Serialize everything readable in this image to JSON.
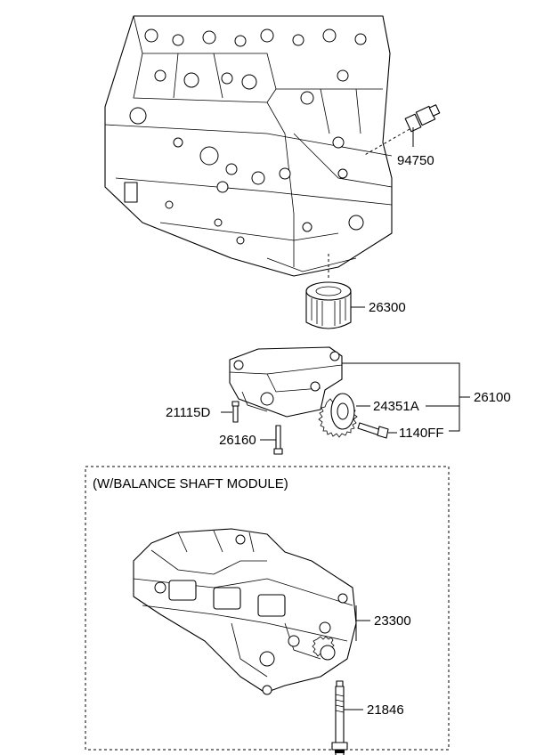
{
  "module_caption": "(W/BALANCE SHAFT MODULE)",
  "parts": {
    "p94750": "94750",
    "p26300": "26300",
    "p26100": "26100",
    "p24351A": "24351A",
    "p21115D": "21115D",
    "p1140FF": "1140FF",
    "p26160": "26160",
    "p23300": "23300",
    "p21846": "21846"
  }
}
